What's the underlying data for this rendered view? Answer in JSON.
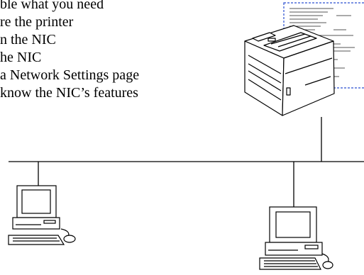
{
  "text_lines": [
    "ble what you need",
    "re the printer",
    "n the NIC",
    "he NIC",
    "a Network Settings page",
    " know the NIC’s features"
  ],
  "icons": [
    "printer-icon",
    "network-settings-page-icon",
    "desktop-computer-icon",
    "desktop-computer-icon"
  ],
  "colors": {
    "line": "#000000",
    "page_border": "#2a4fd0"
  }
}
